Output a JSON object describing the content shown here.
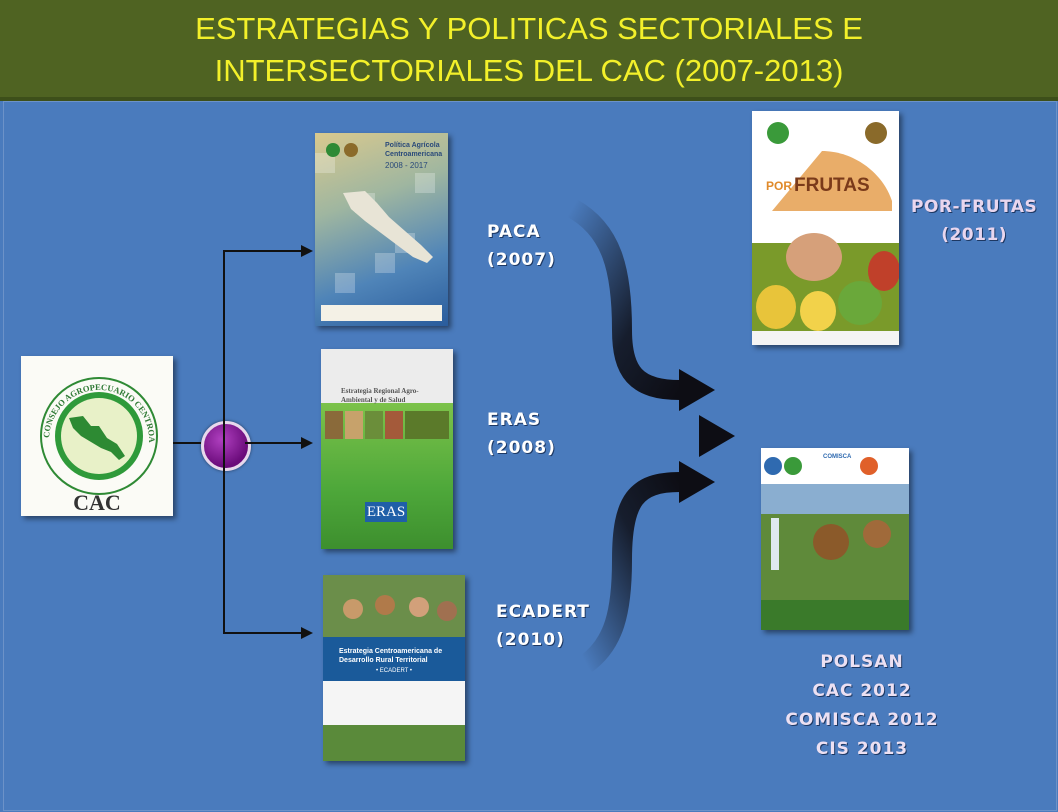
{
  "header": {
    "title_line1": "ESTRATEGIAS  Y POLITICAS  SECTORIALES  E",
    "title_line2": "INTERSECTORIALES  DEL  CAC (2007-2013)"
  },
  "colors": {
    "header_bg": "#4f6322",
    "title_text": "#f3f02a",
    "slide_bg": "#4a7bbd",
    "hub": "#7a1a8c",
    "label_text": "#ffffff"
  },
  "cac_logo": {
    "ring_text": "CONSEJO AGROPECUARIO CENTROAMERICANO",
    "acronym": "CAC"
  },
  "strategies": [
    {
      "name": "PACA",
      "year": "(2007)",
      "cover_title": "Política Agrícola Centroamericana",
      "cover_years": "2008 - 2017"
    },
    {
      "name": "ERAS",
      "year": "(2008)",
      "cover_title": "Estrategia Regional Agro-Ambiental y de Salud",
      "cover_badge": "ERAS"
    },
    {
      "name": "ECADERT",
      "year": "(2010)",
      "cover_title": "Estrategia Centroamericana de Desarrollo Rural Territorial",
      "cover_subtitle": "• ECADERT •"
    }
  ],
  "policies": [
    {
      "lines": [
        "POR-FRUTAS",
        "(2011)"
      ],
      "cover_title": "FRUTAS",
      "cover_prefix": "POR"
    },
    {
      "lines": [
        "POLSAN",
        "CAC 2012",
        "COMISCA 2012",
        "CIS 2013"
      ],
      "cover_org": "COMISCA"
    }
  ]
}
